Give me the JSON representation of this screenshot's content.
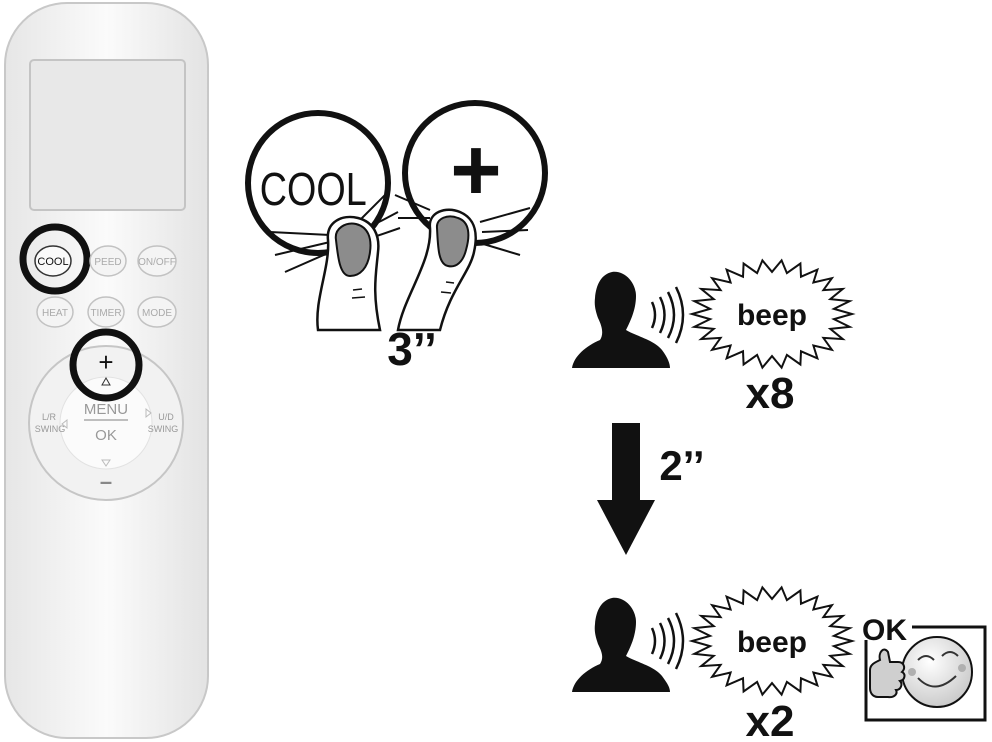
{
  "remote": {
    "buttons": {
      "cool": "COOL",
      "speed": "PEED",
      "onoff": "ON/OFF",
      "heat": "HEAT",
      "timer": "TIMER",
      "mode": "MODE",
      "plus": "+",
      "menu": "MENU",
      "ok": "OK",
      "lr": "L/R",
      "lr_swing": "SWING",
      "ud": "U/D",
      "ud_swing": "SWING",
      "minus": "–"
    }
  },
  "zoom": {
    "cool_label": "COOL",
    "plus_label": "+",
    "hold_time": "3’’"
  },
  "feedback": {
    "first": {
      "sound": "beep",
      "count": "x8"
    },
    "wait_time": "2’’",
    "second": {
      "sound": "beep",
      "count": "x2"
    },
    "ok_label": "OK"
  }
}
